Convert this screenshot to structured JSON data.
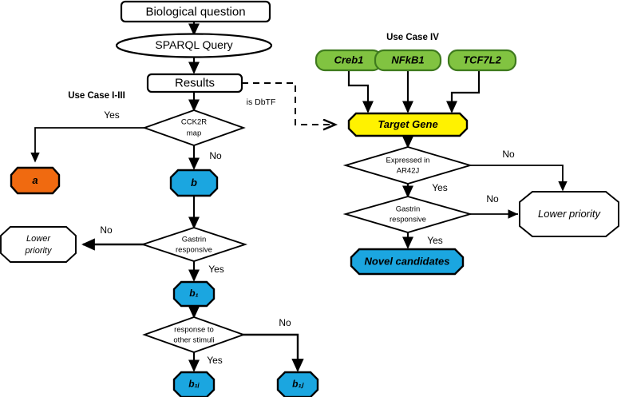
{
  "diagram": {
    "title": "Use case workflow flowchart",
    "colors": {
      "orange": "#F06A10",
      "blue": "#1BA6E0",
      "green": "#81C341",
      "green_border": "#3F7A1E",
      "yellow": "#FFF200",
      "white": "#FFFFFF",
      "stroke": "#000000"
    },
    "nodes": {
      "biological_question": "Biological question",
      "sparql_query": "SPARQL Query",
      "results": "Results",
      "cck2r_map_line1": "CCK2R",
      "cck2r_map_line2": "map",
      "node_a": "a",
      "node_b": "b",
      "gastrin_responsive_left_line1": "Gastrin",
      "gastrin_responsive_left_line2": "responsive",
      "lower_priority_left_line1": "Lower",
      "lower_priority_left_line2": "priority",
      "node_b1": "b₁",
      "response_other_stimuli_line1": "response to",
      "response_other_stimuli_line2": "other stimuli",
      "node_b1i": "b₁ᵢ",
      "node_b1j": "b₁ⱼ",
      "creb1": "Creb1",
      "nfkb1": "NFkB1",
      "tcf7l2": "TCF7L2",
      "target_gene": "Target Gene",
      "expressed_in_line1": "Expressed in",
      "expressed_in_line2": "AR42J",
      "gastrin_responsive_right_line1": "Gastrin",
      "gastrin_responsive_right_line2": "responsive",
      "lower_priority_right": "Lower priority",
      "novel_candidates": "Novel candidates"
    },
    "annotations": {
      "use_case_i_iii": "Use Case I-III",
      "use_case_iv": "Use Case IV",
      "is_dbtf": "is DbTF",
      "yes_cck2r": "Yes",
      "no_cck2r": "No",
      "no_gastrin_left": "No",
      "yes_gastrin_left": "Yes",
      "yes_stimuli": "Yes",
      "no_stimuli": "No",
      "no_expressed": "No",
      "yes_expressed": "Yes",
      "no_gastrin_right": "No",
      "yes_gastrin_right": "Yes"
    }
  }
}
